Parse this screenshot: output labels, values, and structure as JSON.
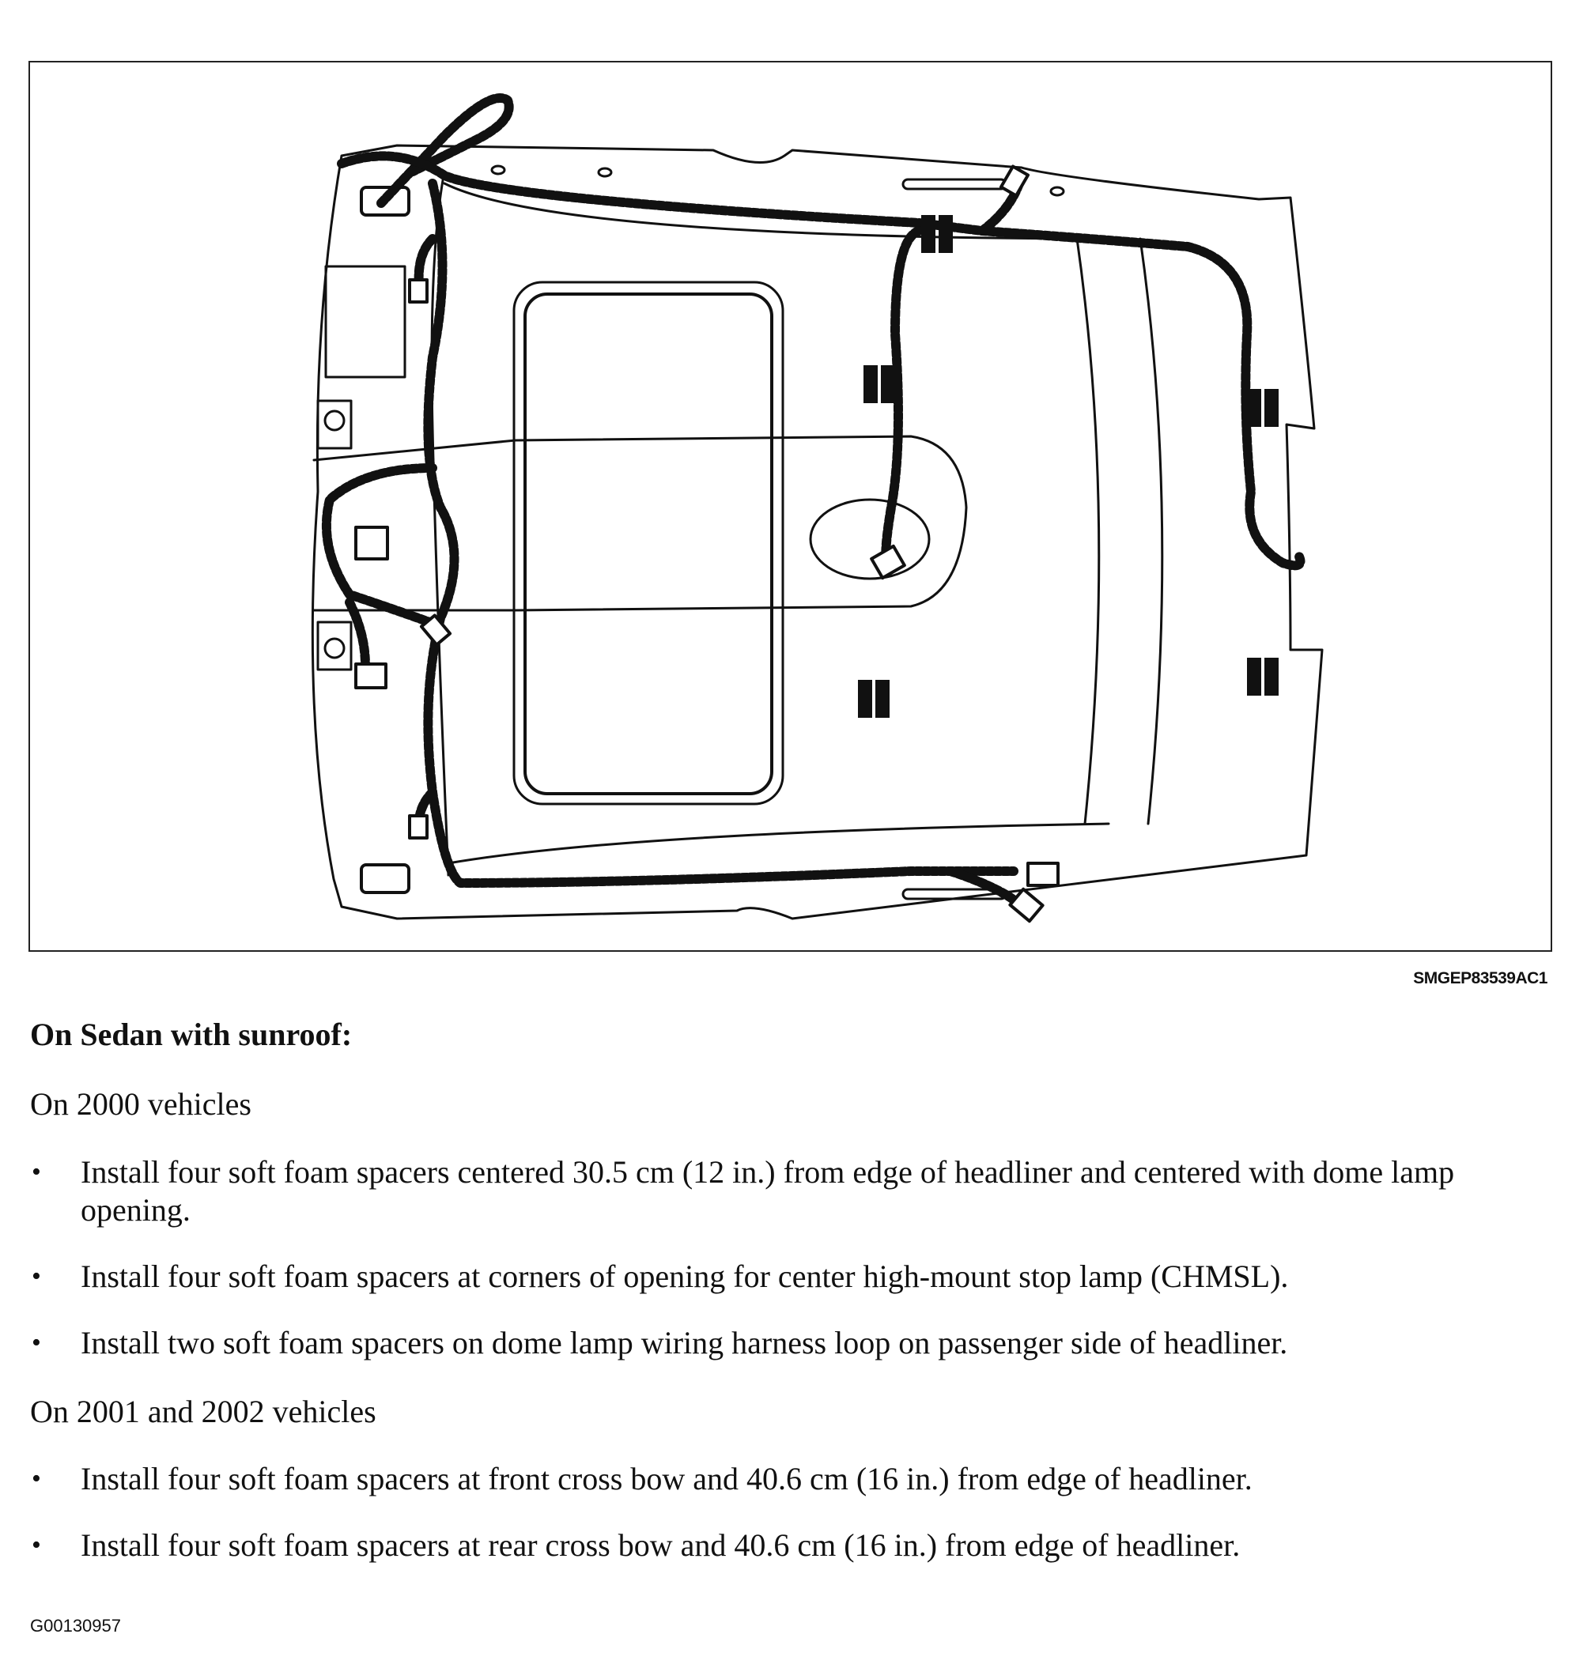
{
  "figure": {
    "code": "SMGEP83539AC1"
  },
  "section_title": "On Sedan with sunroof:",
  "groups": [
    {
      "heading": "On 2000 vehicles",
      "items": [
        "Install four soft foam spacers centered 30.5 cm (12 in.) from edge of headliner and centered with dome lamp opening.",
        "Install four soft foam spacers at corners of opening for center high-mount stop lamp (CHMSL).",
        "Install two soft foam spacers on dome lamp wiring harness loop on passenger side of headliner."
      ]
    },
    {
      "heading": "On 2001 and 2002 vehicles",
      "items": [
        "Install four soft foam spacers at front cross bow and 40.6 cm (16 in.) from edge of headliner.",
        "Install four soft foam spacers at rear cross bow and 40.6 cm (16 in.) from edge of headliner."
      ]
    }
  ],
  "bullet_glyph": "•",
  "doc_id": "G00130957"
}
